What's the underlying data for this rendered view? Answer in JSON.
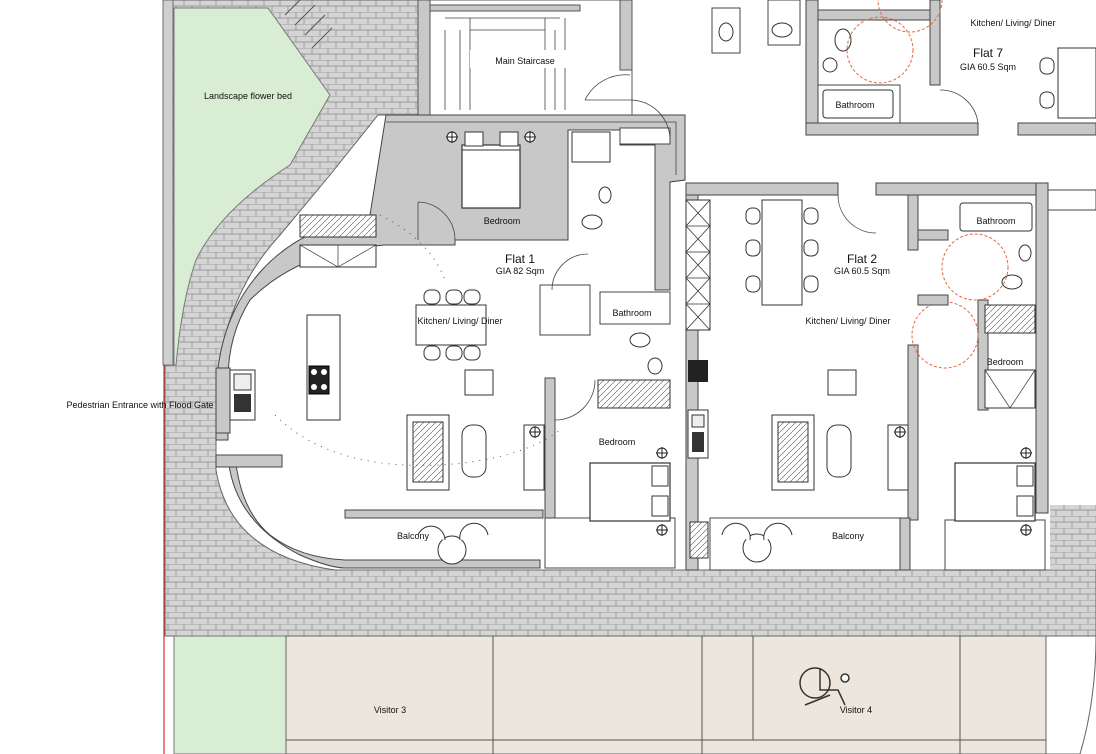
{
  "plan": {
    "flat1": {
      "name": "Flat 1",
      "area": "GIA 82 Sqm"
    },
    "flat2": {
      "name": "Flat 2",
      "area": "GIA 60.5 Sqm"
    },
    "flat7": {
      "name": "Flat 7",
      "area": "GIA 60.5 Sqm"
    },
    "labels": {
      "landscape": "Landscape flower bed",
      "main_staircase": "Main Staircase",
      "pedestrian_entrance": "Pedestrian Entrance with Flood Gate",
      "flat1_bedroom_top": "Bedroom",
      "flat1_kitchen": "Kitchen/ Living/ Diner",
      "flat1_bathroom": "Bathroom",
      "flat1_bedroom": "Bedroom",
      "flat1_balcony": "Balcony",
      "flat2_kitchen": "Kitchen/ Living/ Diner",
      "flat2_bathroom": "Bathroom",
      "flat2_bedroom": "Bedroom",
      "flat2_balcony": "Balcony",
      "flat7_kitchen": "Kitchen/ Living/ Diner",
      "flat7_bathroom": "Bathroom",
      "visitor3": "Visitor 3",
      "visitor4": "Visitor 4"
    },
    "icons": [
      "accessible-parking-icon",
      "hob-icon",
      "sink-icon",
      "toilet-icon",
      "basin-icon",
      "bed-icon",
      "sofa-icon",
      "dining-table-icon"
    ],
    "colors": {
      "paving": "#d9d9d9",
      "landscape": "#d9ecd4",
      "parking": "#ede6dc",
      "wall": "#c8c8c8",
      "door_swing": "#e06a3a",
      "boundary": "#cc3333"
    }
  }
}
